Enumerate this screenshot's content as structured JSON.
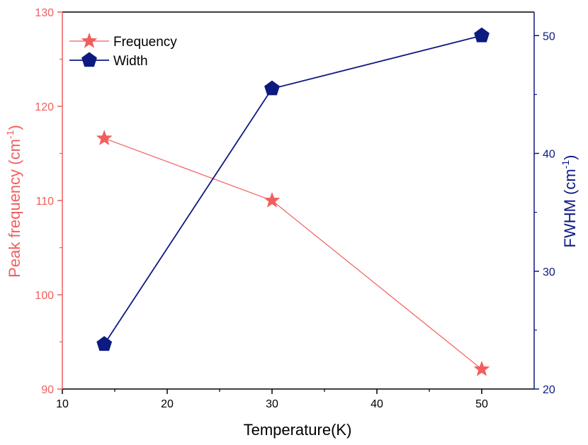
{
  "chart_data": {
    "type": "line",
    "x": [
      14,
      30,
      50
    ],
    "xlabel": "Temperature(K)",
    "xlim": [
      10,
      55
    ],
    "xticks": [
      10,
      20,
      30,
      40,
      50
    ],
    "left_axis": {
      "label_main": "Peak frequency (cm",
      "label_sup": "-1",
      "label_end": ")",
      "lim": [
        90,
        130
      ],
      "ticks": [
        90,
        100,
        110,
        120,
        130
      ],
      "color": "#f25e5e"
    },
    "right_axis": {
      "label_main": "FWHM (cm",
      "label_sup": "-1",
      "label_end": ")",
      "lim": [
        20,
        52
      ],
      "ticks": [
        20,
        30,
        40,
        50
      ],
      "color": "#0d1a80"
    },
    "series": [
      {
        "name": "Frequency",
        "axis": "left",
        "values": [
          116.6,
          110.0,
          92.1
        ],
        "color": "#f25e5e",
        "marker": "star-icon"
      },
      {
        "name": "Width",
        "axis": "right",
        "values": [
          23.8,
          45.5,
          50.0
        ],
        "color": "#0d1a80",
        "marker": "pentagon-icon"
      }
    ],
    "legend_position": "top-left",
    "grid": false
  }
}
